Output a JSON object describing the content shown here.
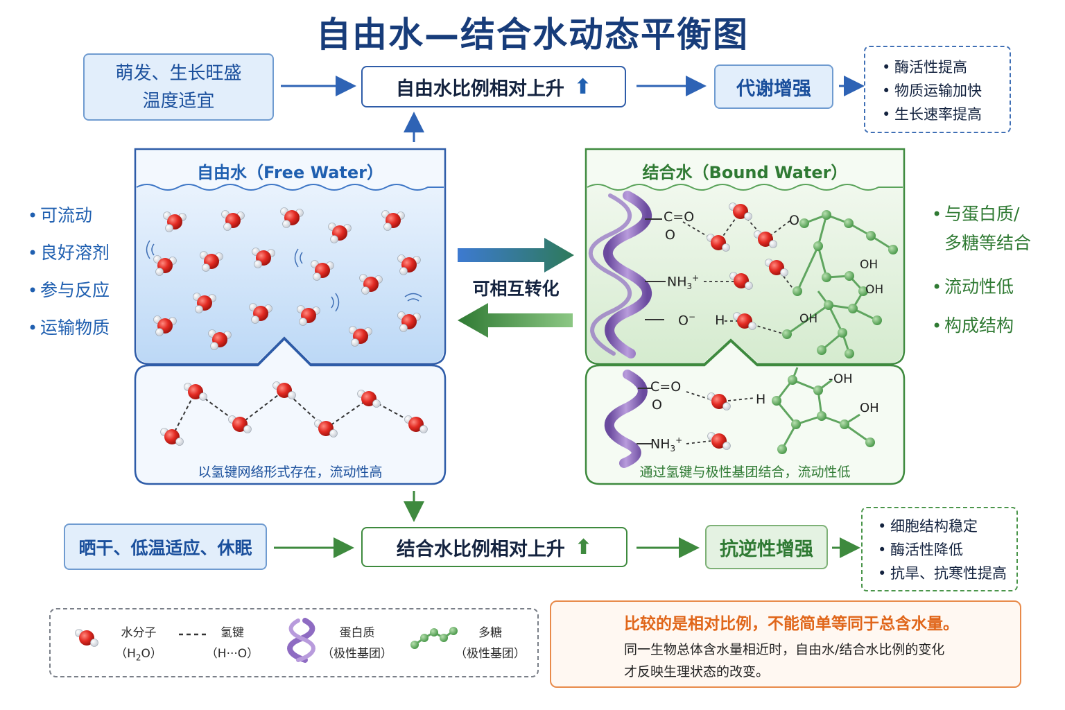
{
  "title": "自由水—结合水动态平衡图",
  "top_row": {
    "condition_line1": "萌发、生长旺盛",
    "condition_line2": "温度适宜",
    "result": "自由水比例相对上升",
    "effect": "代谢增强",
    "details": [
      "酶活性提高",
      "物质运输加快",
      "生长速率提高"
    ]
  },
  "free_water": {
    "title": "自由水（Free Water）",
    "properties": [
      "可流动",
      "良好溶剂",
      "参与反应",
      "运输物质"
    ],
    "caption": "以氢键网络形式存在，流动性高"
  },
  "bound_water": {
    "title": "结合水（Bound Water）",
    "properties": [
      "与蛋白质/",
      "多糖等结合",
      "流动性低",
      "构成结构"
    ],
    "caption": "通过氢键与极性基团结合，流动性低",
    "chem_labels": {
      "carbonyl_c": "C",
      "carbonyl_eq_o": "=O",
      "carbonyl_o": "O",
      "amine": "NH",
      "amine_sub": "3",
      "amine_sup": "+",
      "anion": "O",
      "anion_sup": "−",
      "h": "H",
      "oh": "OH",
      "o": "O",
      "dash_oh": "-OH"
    }
  },
  "interconvert": "可相互转化",
  "bottom_row": {
    "condition": "晒干、低温适应、休眠",
    "result": "结合水比例相对上升",
    "effect": "抗逆性增强",
    "details": [
      "细胞结构稳定",
      "酶活性降低",
      "抗旱、抗寒性提高"
    ]
  },
  "legend": {
    "water_label": "水分子",
    "water_formula_pre": "（H",
    "water_formula_sub": "2",
    "water_formula_post": "O）",
    "hbond_label": "氢键",
    "hbond_formula": "（H···O）",
    "protein_label": "蛋白质",
    "protein_sub": "（极性基团）",
    "sugar_label": "多糖",
    "sugar_sub": "（极性基团）"
  },
  "warning": {
    "headline": "比较的是相对比例，不能简单等同于总含水量。",
    "line1": "同一生物总体含水量相近时，自由水/结合水比例的变化",
    "line2": "才反映生理状态的改变。"
  },
  "colors": {
    "title": "#173c7a",
    "blue": "#1f5fb0",
    "green": "#3e8a3e",
    "orange": "#e0661a",
    "water_red": "#e32b23"
  }
}
